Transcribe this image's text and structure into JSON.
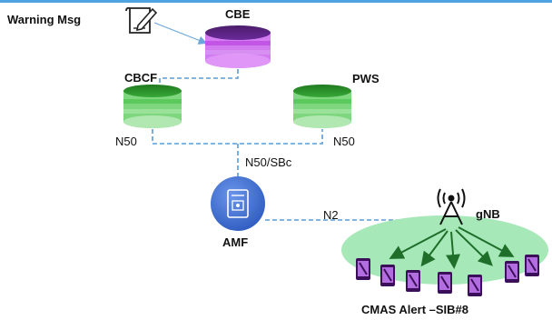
{
  "warning_label": "Warning Msg",
  "nodes": {
    "cbe": "CBE",
    "cbcf": "CBCF",
    "pws": "PWS",
    "amf": "AMF",
    "gnb": "gNB"
  },
  "interfaces": {
    "n50_left": "N50",
    "n50_right": "N50",
    "n50_sbc": "N50/SBc",
    "n2": "N2"
  },
  "caption": "CMAS Alert –SIB#8",
  "colors": {
    "cbe": "#9b2fc2",
    "cbcf": "#3cb043",
    "pws": "#3cb043",
    "amf": "#3f6fd6",
    "cell": "#9fe0b0",
    "link": "#5b9bd5",
    "phone": "#6a2a9a"
  }
}
